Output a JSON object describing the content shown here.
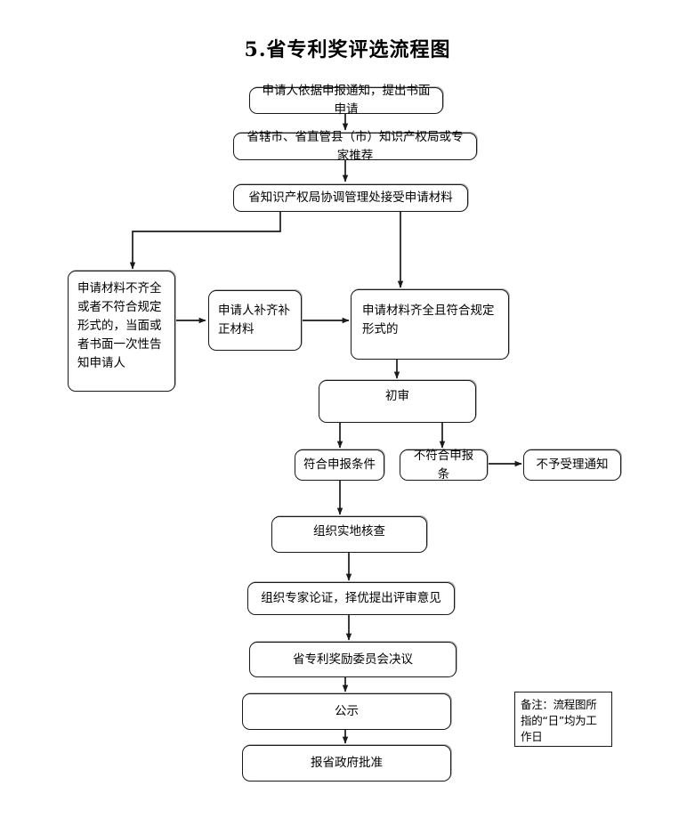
{
  "document": {
    "title": "5.省专利奖评选流程图",
    "kind": "flowchart",
    "language": "zh-CN"
  },
  "flow": {
    "nodes": [
      {
        "id": "apply",
        "label": "申请人依据申报通知，提出书面申请"
      },
      {
        "id": "recommend",
        "label": "省辖市、省直管县（市）知识产权局或专家推荐"
      },
      {
        "id": "receive",
        "label": "省知识产权局协调管理处接受申请材料"
      },
      {
        "id": "incomplete",
        "label": "申请材料不齐全或者不符合规定形式的，当面或者书面一次性告知申请人"
      },
      {
        "id": "supplement",
        "label": "申请人补齐补正材料"
      },
      {
        "id": "complete",
        "label": "申请材料齐全且符合规定形式的"
      },
      {
        "id": "first-review",
        "label": "初审"
      },
      {
        "id": "qualified",
        "label": "符合申报条件"
      },
      {
        "id": "unqualified",
        "label": "不符合申报条"
      },
      {
        "id": "reject",
        "label": "不予受理通知"
      },
      {
        "id": "onsite",
        "label": "组织实地核查"
      },
      {
        "id": "expert",
        "label": "组织专家论证，择优提出评审意见"
      },
      {
        "id": "committee",
        "label": "省专利奖励委员会决议"
      },
      {
        "id": "publicize",
        "label": "公示"
      },
      {
        "id": "approval",
        "label": "报省政府批准"
      }
    ],
    "note": {
      "id": "remark",
      "label": "备注：流程图所指的“日”均为工作日"
    }
  },
  "style": {
    "stroke": "#1a1a1a",
    "shadow": "#b6b6b6",
    "background": "#ffffff"
  }
}
